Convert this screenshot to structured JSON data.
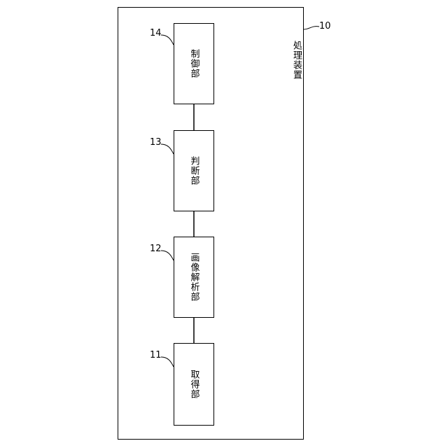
{
  "device": {
    "label": "処理装置",
    "ref": "10"
  },
  "blocks": [
    {
      "label": "制御部",
      "ref": "14"
    },
    {
      "label": "判断部",
      "ref": "13"
    },
    {
      "label": "画像解析部",
      "ref": "12"
    },
    {
      "label": "取得部",
      "ref": "11"
    }
  ]
}
